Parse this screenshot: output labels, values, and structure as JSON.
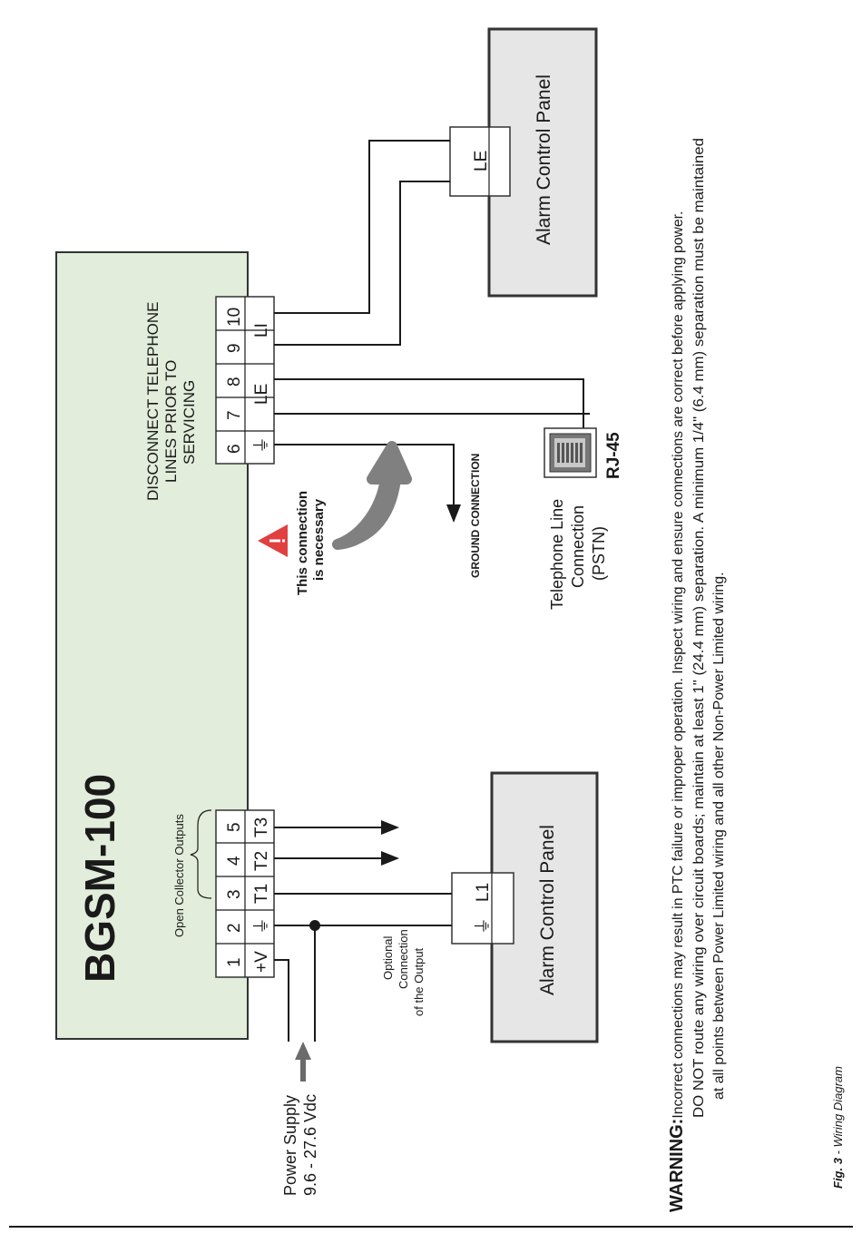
{
  "device": {
    "model": "BGSM-100",
    "warning_label": [
      "DISCONNECT TELEPHONE",
      "LINES PRIOR TO",
      "SERVICING"
    ],
    "open_collector_label": "Open Collector Outputs",
    "terminals": [
      {
        "number": "1",
        "label": "+V"
      },
      {
        "number": "2",
        "label": "⏚"
      },
      {
        "number": "3",
        "label": "T1"
      },
      {
        "number": "4",
        "label": "T2"
      },
      {
        "number": "5",
        "label": "T3"
      },
      {
        "number": "6",
        "label": "⏚"
      },
      {
        "number": "7",
        "label": ""
      },
      {
        "number": "8",
        "label": "LE"
      },
      {
        "number": "9",
        "label": ""
      },
      {
        "number": "10",
        "label": "LI"
      }
    ]
  },
  "panels": {
    "top": {
      "title": "Alarm Control Panel",
      "connector": "LE"
    },
    "bottom": {
      "title": "Alarm Control Panel",
      "connector": "L1"
    }
  },
  "labels": {
    "power_supply": "Power Supply",
    "power_range": "9.6 - 27.6 Vdc",
    "optional_connection": [
      "Optional",
      "Connection",
      "of the Output"
    ],
    "connection_necessary": [
      "This connection",
      "is necessary"
    ],
    "ground_connection": "GROUND CONNECTION",
    "telephone_line": [
      "Telephone Line",
      "Connection",
      "(PSTN)"
    ],
    "rj45": "RJ-45"
  },
  "warning": {
    "prefix": "WARNING:",
    "line1": "Incorrect connections may result in PTC failure or improper operation. Inspect wiring and ensure connections are correct before applying power.",
    "line2": "DO NOT route any wiring over circuit boards; maintain at least 1\" (24.4 mm) separation. A minimum 1/4\" (6.4 mm) separation must be maintained",
    "line3": "at all points between Power Limited wiring and all other Non-Power Limited wiring."
  },
  "caption": {
    "fig": "Fig. 3",
    "text": " - Wiring Diagram"
  }
}
